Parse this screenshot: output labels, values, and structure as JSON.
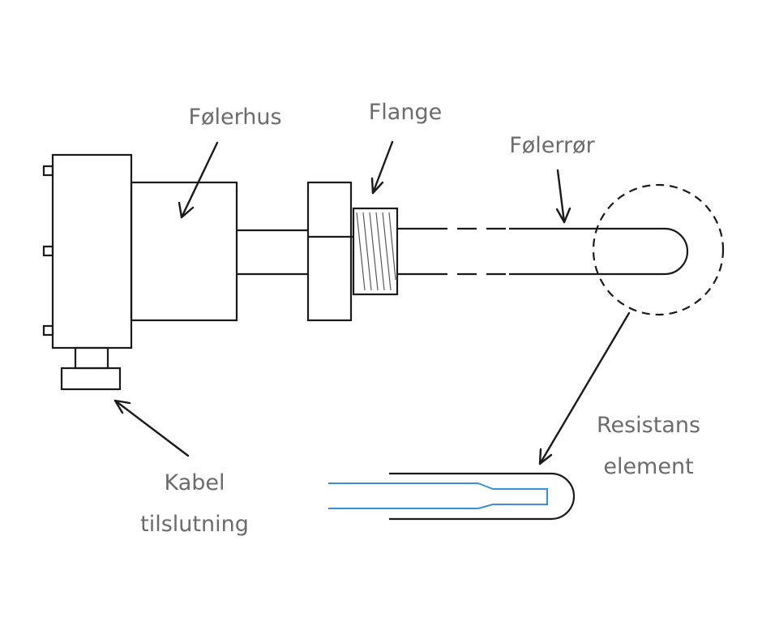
{
  "labels": {
    "housing": "Følerhus",
    "flange": "Flange",
    "tube": "Følerrør",
    "cable_line1": "Kabel",
    "cable_line2": "tilslutning",
    "element_line1": "Resistans",
    "element_line2": "element"
  },
  "colors": {
    "outline": "#1a1a1a",
    "label": "#6b6b6b",
    "element_wire": "#3a8fd6"
  }
}
